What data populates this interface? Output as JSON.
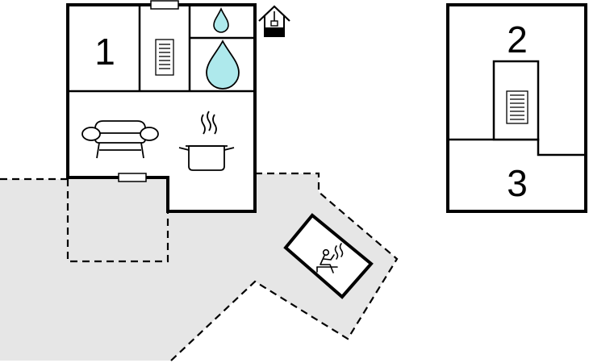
{
  "floorplan": {
    "ground_floor": {
      "rooms": [
        {
          "label": "1",
          "type": "bedroom"
        },
        {
          "type": "stairs"
        },
        {
          "type": "toilet",
          "icon": "water-drop-small-icon"
        },
        {
          "type": "bathroom",
          "icon": "water-drop-large-icon"
        },
        {
          "type": "living-room",
          "icon": "sofa-icon"
        },
        {
          "type": "kitchen",
          "icon": "cooking-pot-icon"
        }
      ],
      "exterior": {
        "terrace": "terrace",
        "hot_tub_icon": "hot-tub-icon",
        "well_icon": "well-icon"
      }
    },
    "upper_floor": {
      "rooms": [
        {
          "label": "2",
          "type": "bedroom"
        },
        {
          "type": "stairs"
        },
        {
          "label": "3",
          "type": "bedroom"
        }
      ]
    },
    "colors": {
      "wall": "#000000",
      "terrace_fill": "#e6e6e6",
      "water": "#aee9ec"
    }
  }
}
